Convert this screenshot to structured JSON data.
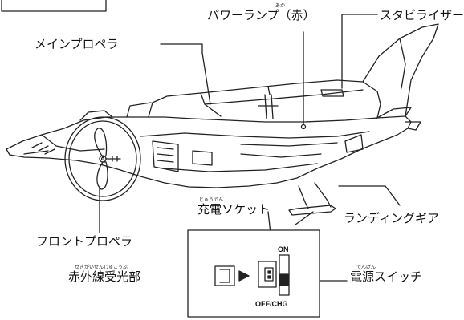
{
  "labels": {
    "main_propeller": "メインプロペラ",
    "power_lamp": "パワーランプ（赤）",
    "power_lamp_ruby": "あか",
    "stabilizer": "スタビライザー",
    "front_propeller": "フロントプロペラ",
    "charging_socket": "充電ソケット",
    "charging_socket_ruby": "じゅうでん",
    "landing_gear": "ランディングギア",
    "ir_receiver": "赤外線受光部",
    "ir_receiver_ruby": "せきがいせんじゅこうぶ",
    "power_switch": "電源スイッチ",
    "power_switch_ruby": "でんげん"
  },
  "switch": {
    "on_label": "ON",
    "off_label": "OFF/CHG"
  }
}
